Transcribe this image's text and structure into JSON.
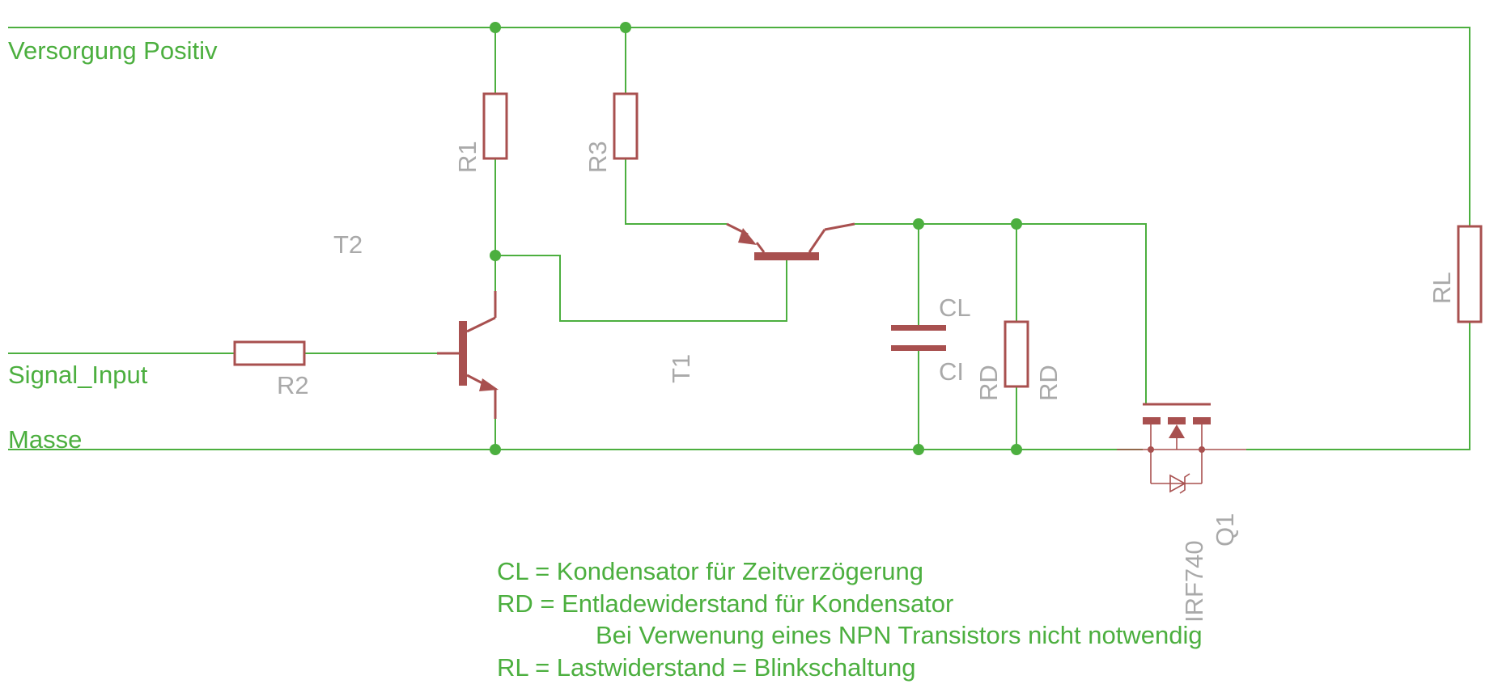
{
  "nets": {
    "vcc": "Versorgung Positiv",
    "input": "Signal_Input",
    "gnd": "Masse"
  },
  "parts": {
    "r1": "R1",
    "r2": "R2",
    "r3": "R3",
    "rl": "RL",
    "rd": "RD",
    "cl": "CL",
    "cl_value": "CI",
    "rd_value": "RD",
    "t1": "T1",
    "t2": "T2",
    "q1": "Q1",
    "q1_value": "IRF740"
  },
  "notes": [
    "CL = Kondensator für Zeitverzögerung",
    "RD = Entladewiderstand für Kondensator",
    "Bei Verwenung eines NPN Transistors nicht notwendig",
    "RL = Lastwiderstand = Blinkschaltung"
  ],
  "colors": {
    "wire": "#4caf3f",
    "component": "#a8504f",
    "part_label": "#a9a9a9",
    "background": "#ffffff"
  }
}
